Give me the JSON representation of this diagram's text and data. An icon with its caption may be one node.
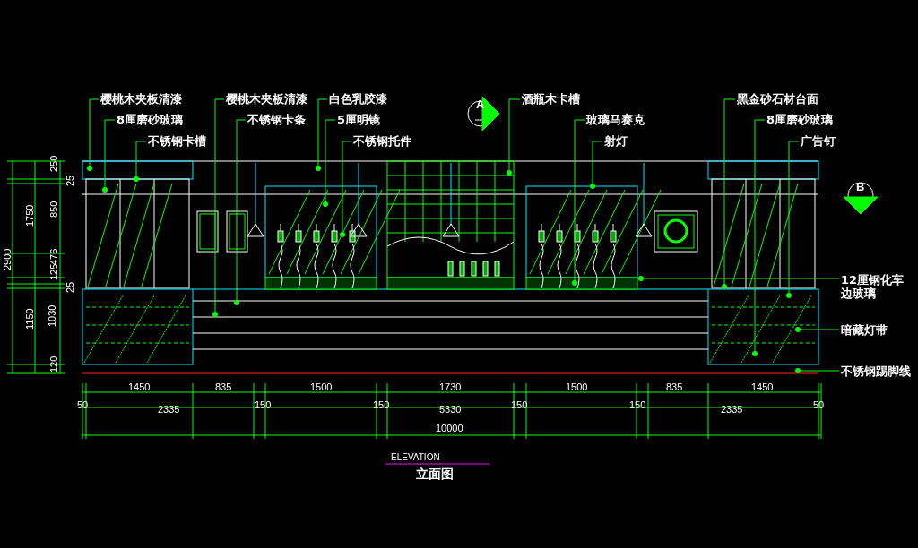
{
  "diagram": {
    "nodes": [
      {
        "text": [
          "樱桃木夹板清漆"
        ]
      },
      {
        "text": [
          "8厘磨砂玻璃"
        ]
      },
      {
        "text": [
          "不锈钢卡槽"
        ]
      },
      {
        "text": [
          "樱桃木夹板清漆"
        ]
      },
      {
        "text": [
          "不锈钢卡条"
        ]
      },
      {
        "text": [
          "白色乳胶漆"
        ]
      },
      {
        "text": [
          "5厘明镜"
        ]
      },
      {
        "text": [
          "不锈钢托件"
        ]
      },
      {
        "text": [
          "酒瓶木卡槽"
        ]
      },
      {
        "text": [
          "玻璃马赛克"
        ]
      },
      {
        "text": [
          "射灯"
        ]
      },
      {
        "text": [
          "黑金砂石材台面"
        ]
      },
      {
        "text": [
          "8厘磨砂玻璃"
        ]
      },
      {
        "text": [
          "广告钉"
        ]
      },
      {
        "text": [
          "12厘钢化车边玻璃"
        ]
      },
      {
        "text": [
          "暗藏灯带"
        ]
      },
      {
        "text": [
          "不锈钢踢脚线"
        ]
      }
    ],
    "edges": [
      {
        "from": 0,
        "to": null,
        "arrow": "other"
      },
      {
        "from": 1,
        "to": null,
        "arrow": "other"
      },
      {
        "from": 2,
        "to": null,
        "arrow": "other"
      },
      {
        "from": 3,
        "to": null,
        "arrow": "other"
      },
      {
        "from": 4,
        "to": null,
        "arrow": "other"
      },
      {
        "from": 5,
        "to": null,
        "arrow": "other"
      },
      {
        "from": 6,
        "to": null,
        "arrow": "other"
      },
      {
        "from": 7,
        "to": null,
        "arrow": "other"
      },
      {
        "from": 8,
        "to": null,
        "arrow": "other"
      },
      {
        "from": 9,
        "to": null,
        "arrow": "other"
      },
      {
        "from": 10,
        "to": null,
        "arrow": "other"
      },
      {
        "from": 11,
        "to": null,
        "arrow": "other"
      },
      {
        "from": 12,
        "to": null,
        "arrow": "other"
      },
      {
        "from": 13,
        "to": null,
        "arrow": "other"
      },
      {
        "from": 14,
        "to": null,
        "arrow": "other"
      },
      {
        "from": 15,
        "to": null,
        "arrow": "other"
      },
      {
        "from": 16,
        "to": null,
        "arrow": "other"
      }
    ],
    "labels": [
      "A",
      "B",
      "2900",
      "1750",
      "1150",
      "250",
      "25",
      "850",
      "476",
      "125",
      "25",
      "1030",
      "120",
      "1450",
      "835",
      "1500",
      "1730",
      "1500",
      "835",
      "1450",
      "50",
      "2335",
      "150",
      "150",
      "5330",
      "150",
      "150",
      "2335",
      "50",
      "10000",
      "ELEVATION",
      "立面图"
    ]
  }
}
